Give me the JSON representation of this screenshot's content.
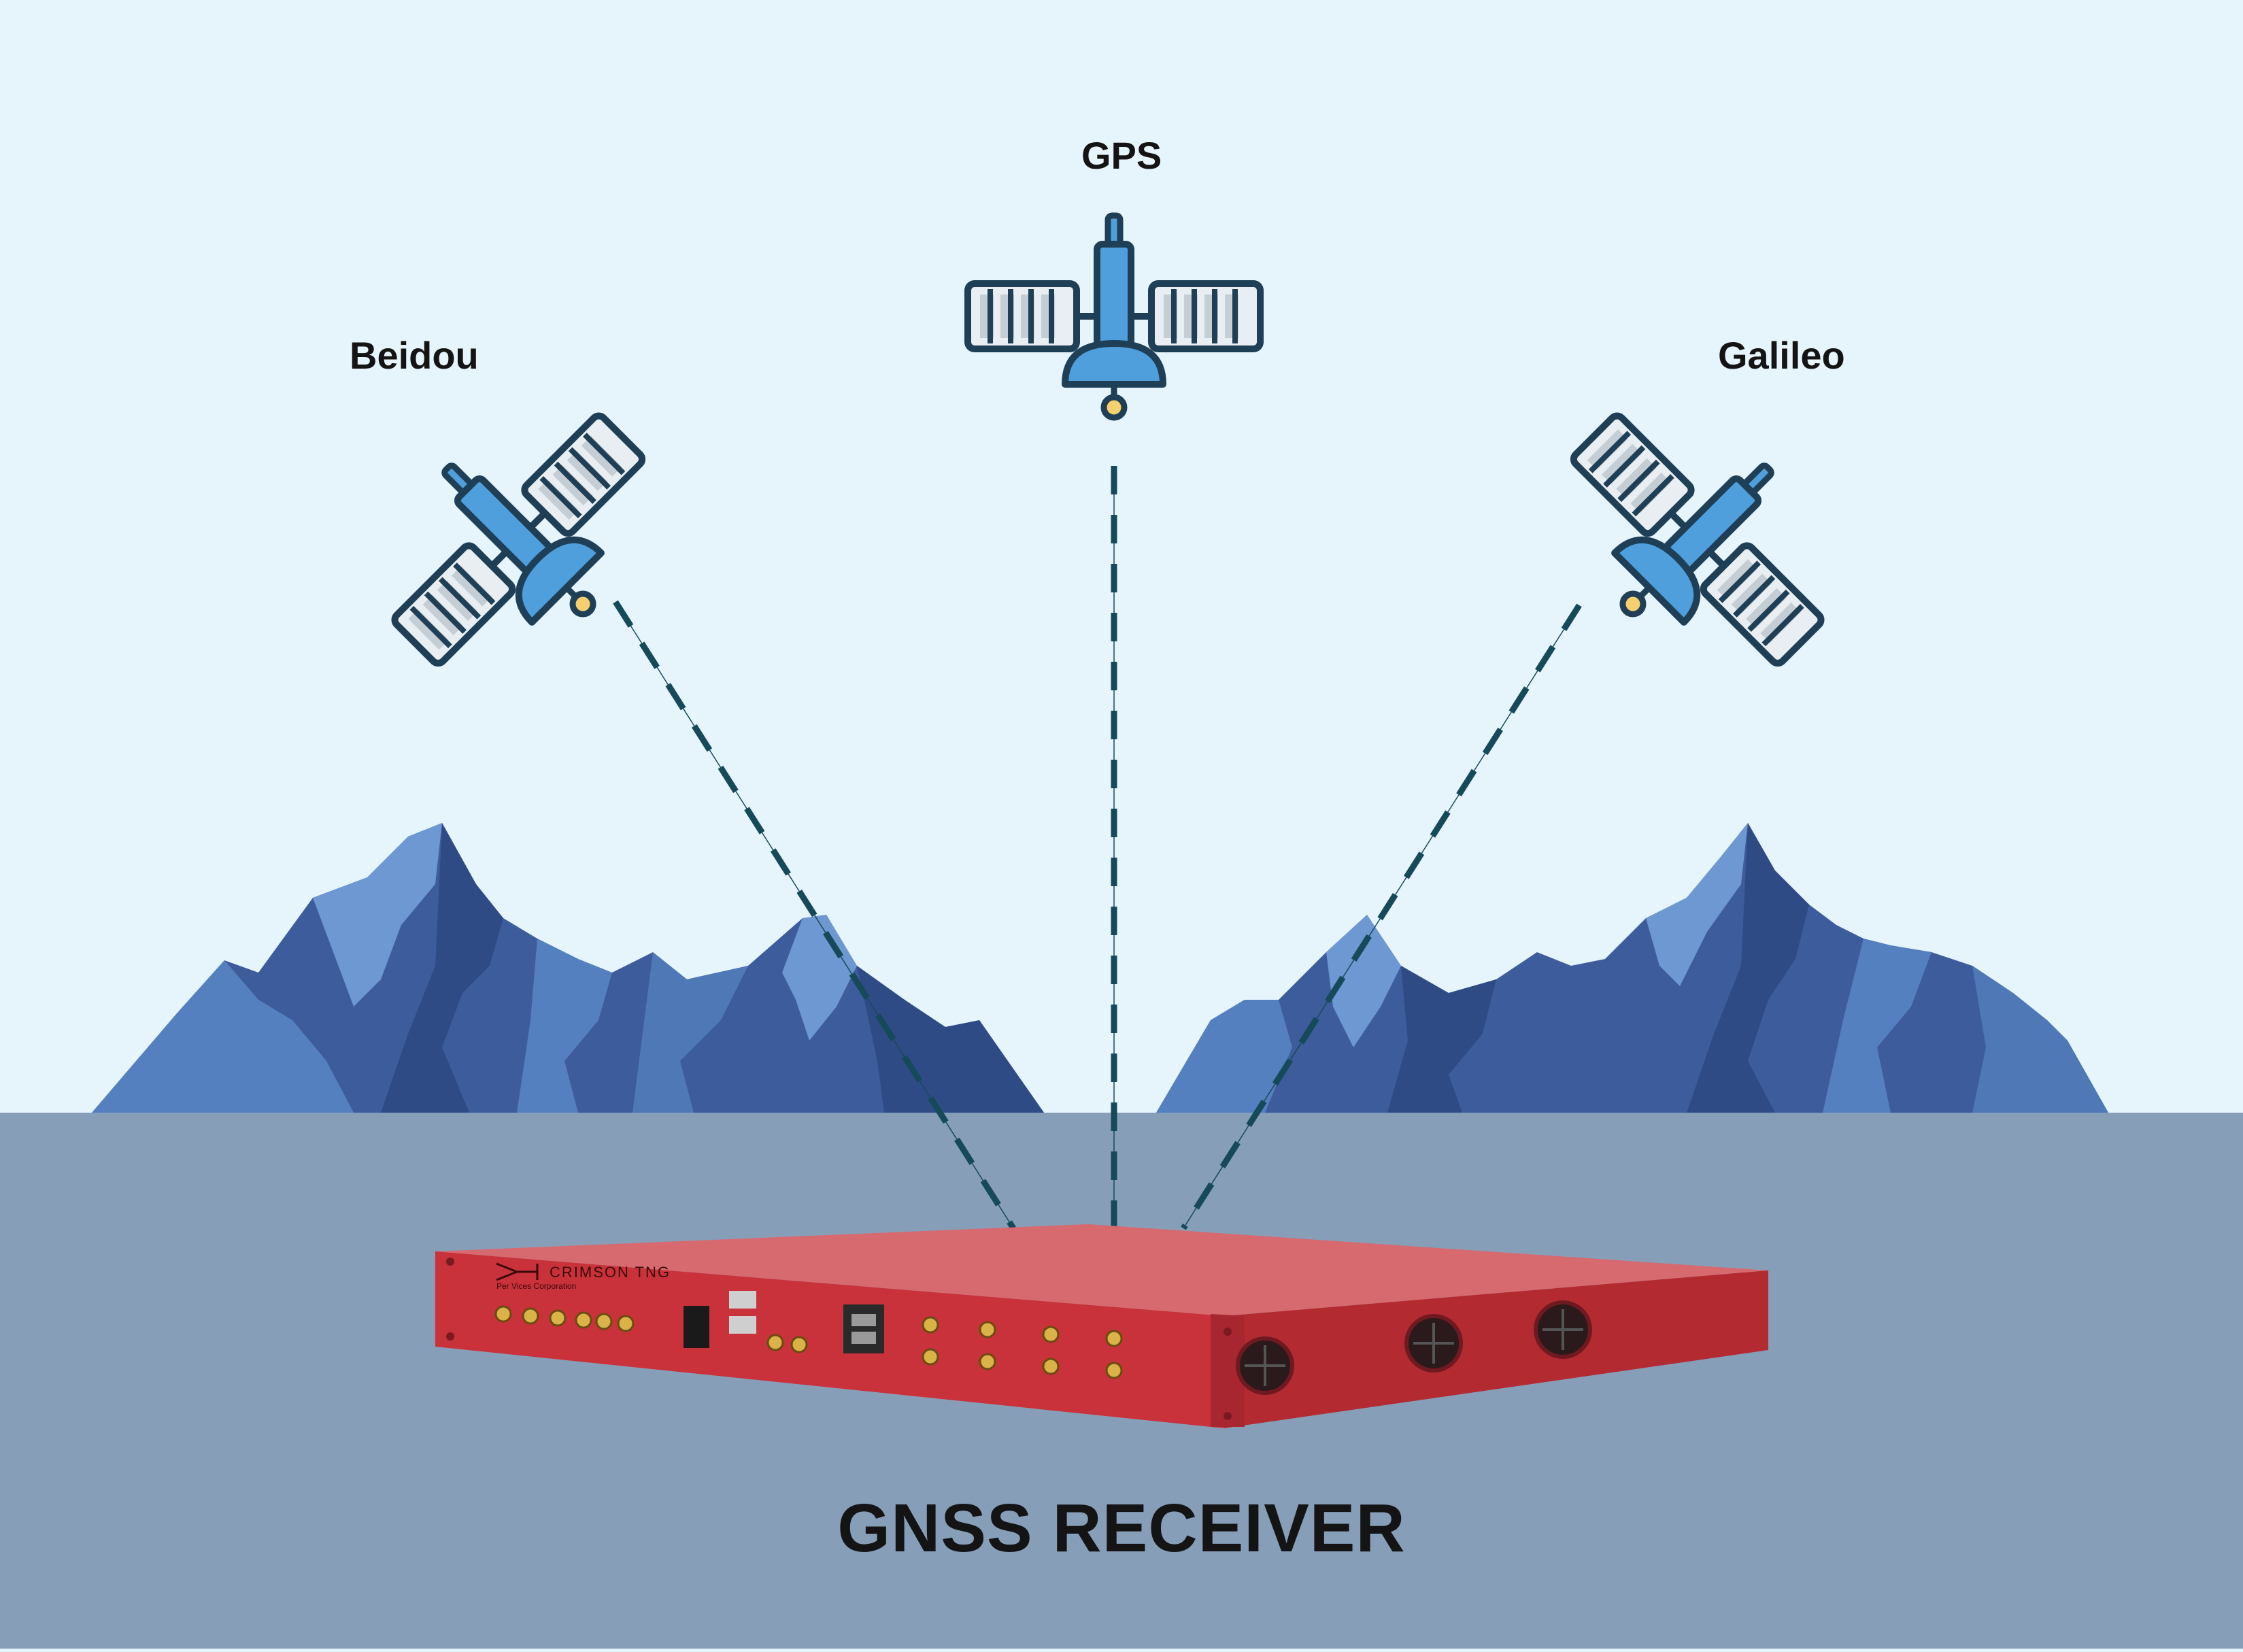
{
  "labels": {
    "gps": "GPS",
    "beidou": "Beidou",
    "galileo": "Galileo",
    "title": "GNSS RECEIVER"
  },
  "device": {
    "brand": "CRIMSON TNG",
    "subbrand": "Per Vices Corporation"
  },
  "colors": {
    "sky": "#e6f5fc",
    "ground": "#879eb9",
    "signal_line": "#164a5a",
    "mountain_dark": "#3d5c9c",
    "mountain_mid": "#4e78b6",
    "mountain_light": "#6d98d2",
    "satellite_body": "#4f9fdd",
    "satellite_outline": "#1e3f56",
    "satellite_panel": "#e8eef1",
    "device_red": "#c9323a"
  },
  "icons": [
    "gps-satellite-icon",
    "beidou-satellite-icon",
    "galileo-satellite-icon",
    "mountain-icon",
    "receiver-device-icon"
  ]
}
